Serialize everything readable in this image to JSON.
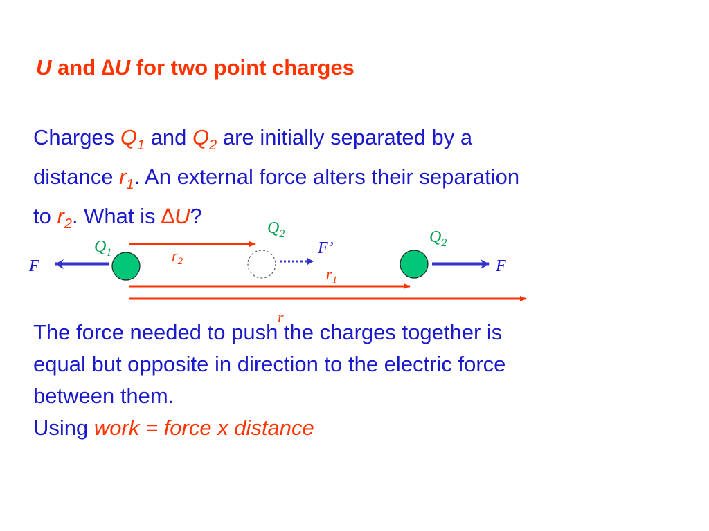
{
  "title": {
    "U": "U",
    "and": "and",
    "delta": "∆",
    "U2": "U",
    "rest": "for two point charges"
  },
  "para1": {
    "charges": "Charges",
    "Q": "Q",
    "sub1": "1",
    "and": "and",
    "Q2": "Q",
    "sub2": "2",
    "are": "are initially separated by a",
    "distance": "distance",
    "r": "r",
    "rsub1": "1",
    "external": ". An external force alters their separation",
    "to": "to",
    "r2": "r",
    "rsub2": "2",
    "what": ". What is",
    "delta": "∆",
    "U": "U",
    "q": "?"
  },
  "diagram": {
    "F_left": "F",
    "Q1": "Q",
    "Q1_sub": "1",
    "Q2_top": "Q",
    "Q2_top_sub": "2",
    "r2": "r",
    "r2_sub": "2",
    "Fprime": "F’",
    "r1": "r",
    "r1_sub": "1",
    "Q2_right": "Q",
    "Q2_right_sub": "2",
    "F_right": "F",
    "r": "r",
    "colors": {
      "charge": "#00c878",
      "arrow_red": "#ff3300",
      "arrow_blue": "#3333cc",
      "label_green": "#00a050",
      "label_red": "#ff3300",
      "label_blue": "#1a1acc"
    }
  },
  "para2": {
    "line1": "The force needed to push the charges together is",
    "line2": "equal but opposite in direction to the electric force",
    "line3": "between them.",
    "using": "Using",
    "formula": "work = force x distance"
  }
}
